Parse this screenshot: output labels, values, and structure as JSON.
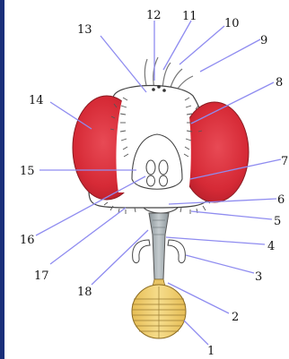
{
  "diagram": {
    "labels": [
      "1",
      "2",
      "3",
      "4",
      "5",
      "6",
      "7",
      "8",
      "9",
      "10",
      "11",
      "12",
      "13",
      "14",
      "15",
      "16",
      "17",
      "18"
    ]
  },
  "colors": {
    "background": "#ffffff",
    "eye_red": "#d62a36",
    "head_outline": "#555555",
    "proboscis_gray": "#aab2b6",
    "labellum_yellow": "#f0cf72",
    "leader_line": "#8f8cf0",
    "left_edge_blue": "#1a2f7a"
  }
}
